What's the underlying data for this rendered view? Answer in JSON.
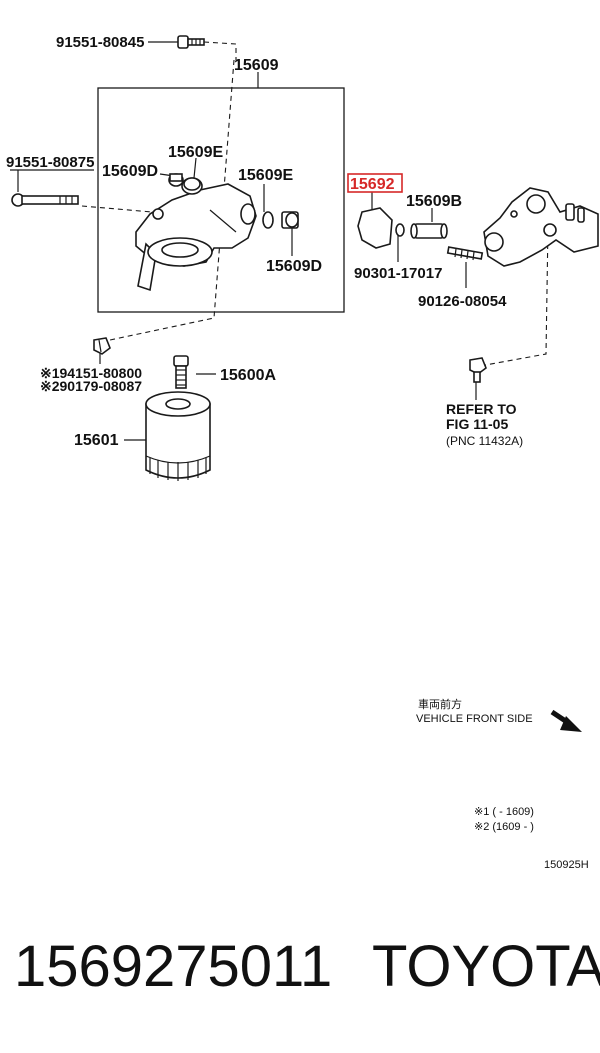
{
  "labels": {
    "bolt_top": "91551-80845",
    "housing": "15609",
    "bolt_long": "91551-80875",
    "plug_left": "15609D",
    "ring_top": "15609E",
    "ring_right": "15609E",
    "plug_right": "15609D",
    "gasket": "15692",
    "pipe": "15609B",
    "oring": "90301-17017",
    "stud": "90126-08054",
    "bolt_bottom_1": "※194151-80800",
    "bolt_bottom_2": "※290179-08087",
    "union": "15600A",
    "filter": "15601",
    "refer_1": "REFER TO",
    "refer_2": "FIG 11-05",
    "refer_3": "(PNC 11432A)",
    "front_jp": "車両前方",
    "front_en": "VEHICLE FRONT SIDE",
    "note_1": "※1 (      - 1609)",
    "note_2": "※2 (1609 -       )",
    "code": "150925H"
  },
  "footer": {
    "part_number": "1569275011",
    "brand": "TOYOTA"
  },
  "colors": {
    "highlight": "#d62828",
    "line": "#1a1a1a"
  }
}
